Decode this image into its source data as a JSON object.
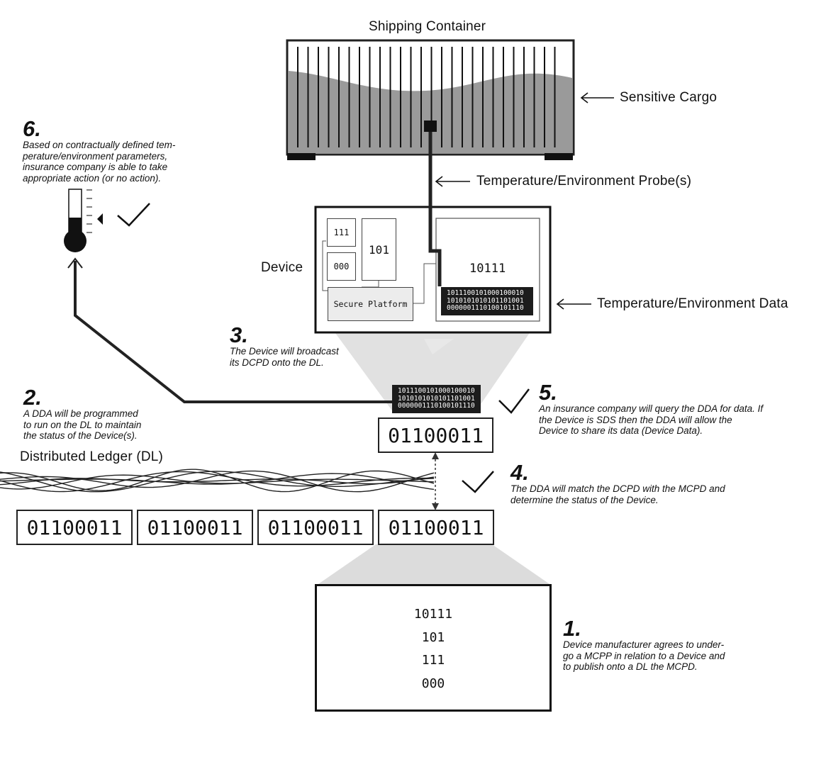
{
  "labels": {
    "shipping_container": "Shipping Container",
    "sensitive_cargo": "Sensitive Cargo",
    "probe": "Temperature/Environment Probe(s)",
    "device": "Device",
    "env_data": "Temperature/Environment Data",
    "distributed_ledger": "Distributed Ledger (DL)"
  },
  "device": {
    "chip_111": "111",
    "chip_000": "000",
    "chip_101": "101",
    "secure_platform": "Secure Platform",
    "data_value": "10111",
    "data_stream": "1011100101000100010\n1010101010101101001\n0000001110100101110"
  },
  "broadcast_stream": "1011100101000100010\n1010101010101101001\n0000001110100101110",
  "dcpd_value": "01100011",
  "ledger_blocks": [
    "01100011",
    "01100011",
    "01100011",
    "01100011"
  ],
  "mcpd_values": [
    "10111",
    "101",
    "111",
    "000"
  ],
  "steps": [
    {
      "num": "1.",
      "text": "Device manufacturer agrees to under-\ngo a MCPP in relation to a Device and\nto publish onto a DL the MCPD."
    },
    {
      "num": "2.",
      "text": "A DDA will be programmed\nto run on the DL to maintain\nthe status of the Device(s)."
    },
    {
      "num": "3.",
      "text": "The Device will broadcast\nits DCPD onto the DL."
    },
    {
      "num": "4.",
      "text": "The DDA will match the DCPD with the MCPD and\ndetermine the status of the Device."
    },
    {
      "num": "5.",
      "text": "An insurance company will query the DDA for data. If\nthe Device is SDS then the DDA will allow the\nDevice to share its data (Device Data)."
    },
    {
      "num": "6.",
      "text": "Based on contractually defined tem-\nperature/environment parameters,\ninsurance company is able to take\nappropriate action (or no action)."
    }
  ],
  "icons": [
    "checkmark-icon",
    "thermometer-icon",
    "arrow-icon"
  ]
}
